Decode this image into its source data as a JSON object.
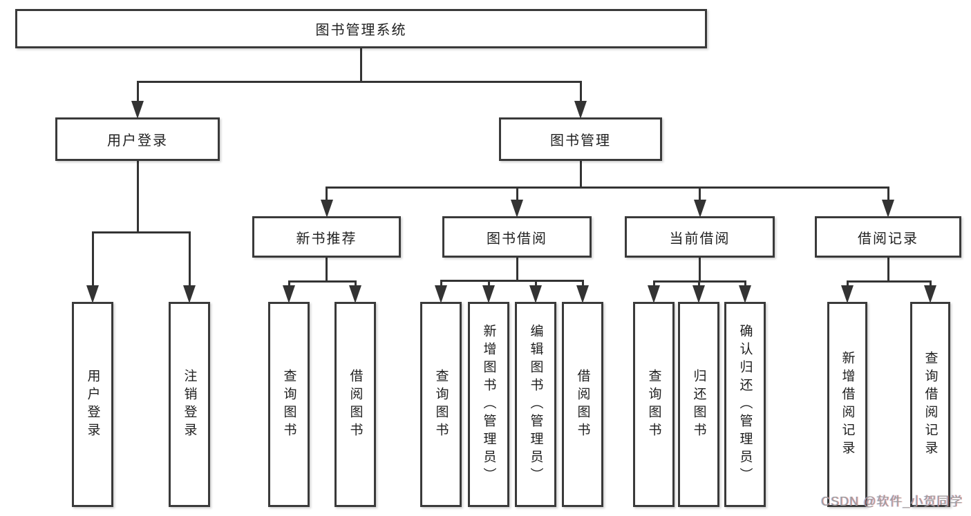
{
  "diagram": {
    "watermark": "CSDN @软件_小贺同学",
    "colors": {
      "line": "#333333",
      "box_border": "#3a3a3a",
      "box_background": "#ffffff",
      "text": "#1f1f1f",
      "watermark": "#9d9d9d"
    },
    "nodes": [
      {
        "id": "root",
        "label": "图书管理系统",
        "orientation": "horizontal"
      },
      {
        "id": "user-login",
        "label": "用户登录",
        "orientation": "horizontal"
      },
      {
        "id": "book-mgmt",
        "label": "图书管理",
        "orientation": "horizontal"
      },
      {
        "id": "new-book-rec",
        "label": "新书推荐",
        "orientation": "horizontal"
      },
      {
        "id": "book-borrow",
        "label": "图书借阅",
        "orientation": "horizontal"
      },
      {
        "id": "current-borrow",
        "label": "当前借阅",
        "orientation": "horizontal"
      },
      {
        "id": "borrow-record",
        "label": "借阅记录",
        "orientation": "horizontal"
      },
      {
        "id": "leaf-user-login",
        "label": "用户登录",
        "orientation": "vertical"
      },
      {
        "id": "leaf-logout",
        "label": "注销登录",
        "orientation": "vertical"
      },
      {
        "id": "leaf-query-book-1",
        "label": "查询图书",
        "orientation": "vertical"
      },
      {
        "id": "leaf-borrow-book-1",
        "label": "借阅图书",
        "orientation": "vertical"
      },
      {
        "id": "leaf-query-book-2",
        "label": "查询图书",
        "orientation": "vertical"
      },
      {
        "id": "leaf-add-book",
        "label": "新增图书（管理员）",
        "orientation": "vertical"
      },
      {
        "id": "leaf-edit-book",
        "label": "编辑图书（管理员）",
        "orientation": "vertical"
      },
      {
        "id": "leaf-borrow-book-2",
        "label": "借阅图书",
        "orientation": "vertical"
      },
      {
        "id": "leaf-query-book-3",
        "label": "查询图书",
        "orientation": "vertical"
      },
      {
        "id": "leaf-return-book",
        "label": "归还图书",
        "orientation": "vertical"
      },
      {
        "id": "leaf-confirm-return",
        "label": "确认归还（管理员）",
        "orientation": "vertical"
      },
      {
        "id": "leaf-add-record",
        "label": "新增借阅记录",
        "orientation": "vertical"
      },
      {
        "id": "leaf-query-record",
        "label": "查询借阅记录",
        "orientation": "vertical"
      }
    ],
    "edges": [
      {
        "parent": "root",
        "children": [
          "user-login",
          "book-mgmt"
        ]
      },
      {
        "parent": "user-login",
        "children": [
          "leaf-user-login",
          "leaf-logout"
        ]
      },
      {
        "parent": "book-mgmt",
        "children": [
          "new-book-rec",
          "book-borrow",
          "current-borrow",
          "borrow-record"
        ]
      },
      {
        "parent": "new-book-rec",
        "children": [
          "leaf-query-book-1",
          "leaf-borrow-book-1"
        ]
      },
      {
        "parent": "book-borrow",
        "children": [
          "leaf-query-book-2",
          "leaf-add-book",
          "leaf-edit-book",
          "leaf-borrow-book-2"
        ]
      },
      {
        "parent": "current-borrow",
        "children": [
          "leaf-query-book-3",
          "leaf-return-book",
          "leaf-confirm-return"
        ]
      },
      {
        "parent": "borrow-record",
        "children": [
          "leaf-add-record",
          "leaf-query-record"
        ]
      }
    ]
  }
}
